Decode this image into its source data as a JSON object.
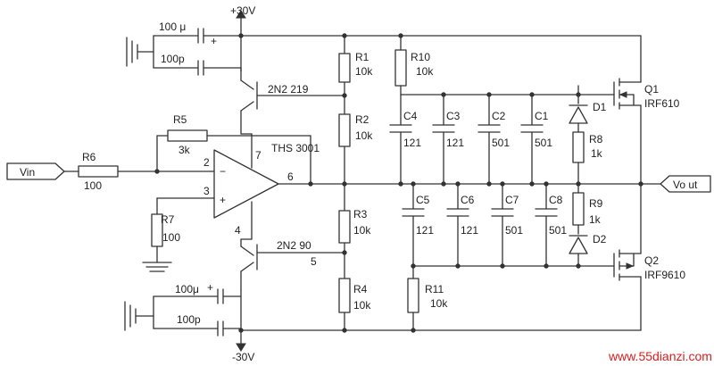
{
  "colors": {
    "wire": "#333333",
    "paper": "#ffffff",
    "watermark": "#d62020"
  },
  "supply": {
    "positive": "+30V",
    "negative": "-30V"
  },
  "ports": {
    "input": "Vin",
    "output": "Vo ut"
  },
  "opamp": {
    "name": "THS 3001",
    "pin_inv": "2",
    "pin_noninv": "3",
    "pin_out": "6",
    "pin_vp": "7",
    "pin_vn": "4"
  },
  "transistors": {
    "upper": "2N2 219",
    "lower": "2N2 90",
    "lower_pin": "5",
    "q1_ref": "Q1",
    "q1_part": "IRF610",
    "q2_ref": "Q2",
    "q2_part": "IRF9610"
  },
  "decoupling": {
    "top_big": "100 μ",
    "top_small": "100p",
    "bottom_big": "100μ",
    "bottom_small": "100p",
    "polarity": "+"
  },
  "resistors": [
    {
      "ref": "R1",
      "value": "10k"
    },
    {
      "ref": "R2",
      "value": "10k"
    },
    {
      "ref": "R3",
      "value": "10k"
    },
    {
      "ref": "R4",
      "value": "10k"
    },
    {
      "ref": "R5",
      "value": "3k"
    },
    {
      "ref": "R6",
      "value": "100"
    },
    {
      "ref": "R7",
      "value": "100"
    },
    {
      "ref": "R8",
      "value": "1k"
    },
    {
      "ref": "R9",
      "value": "1k"
    },
    {
      "ref": "R10",
      "value": "10k"
    },
    {
      "ref": "R11",
      "value": "10k"
    }
  ],
  "capacitors": [
    {
      "ref": "C1",
      "value": "501"
    },
    {
      "ref": "C2",
      "value": "501"
    },
    {
      "ref": "C3",
      "value": "121"
    },
    {
      "ref": "C4",
      "value": "121"
    },
    {
      "ref": "C5",
      "value": "121"
    },
    {
      "ref": "C6",
      "value": "121"
    },
    {
      "ref": "C7",
      "value": "501"
    },
    {
      "ref": "C8",
      "value": "501"
    }
  ],
  "diodes": [
    {
      "ref": "D1"
    },
    {
      "ref": "D2"
    }
  ],
  "watermark": "www.55dianzi.com"
}
